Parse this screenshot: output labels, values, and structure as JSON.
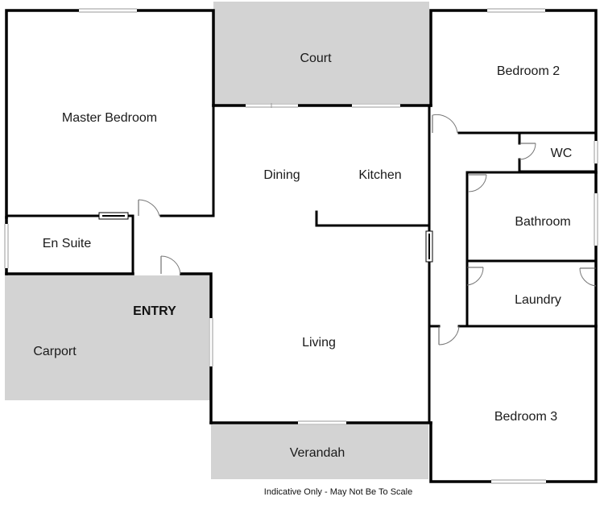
{
  "rooms": {
    "master_bedroom": "Master Bedroom",
    "court": "Court",
    "bedroom_2": "Bedroom 2",
    "wc": "WC",
    "dining": "Dining",
    "kitchen": "Kitchen",
    "bathroom": "Bathroom",
    "en_suite": "En Suite",
    "entry": "ENTRY",
    "carport": "Carport",
    "living": "Living",
    "laundry": "Laundry",
    "bedroom_3": "Bedroom 3",
    "verandah": "Verandah"
  },
  "footer": {
    "disclaimer": "Indicative Only - May Not Be To Scale"
  },
  "colors": {
    "outdoor_fill": "#d3d3d3",
    "wall": "#000000"
  }
}
